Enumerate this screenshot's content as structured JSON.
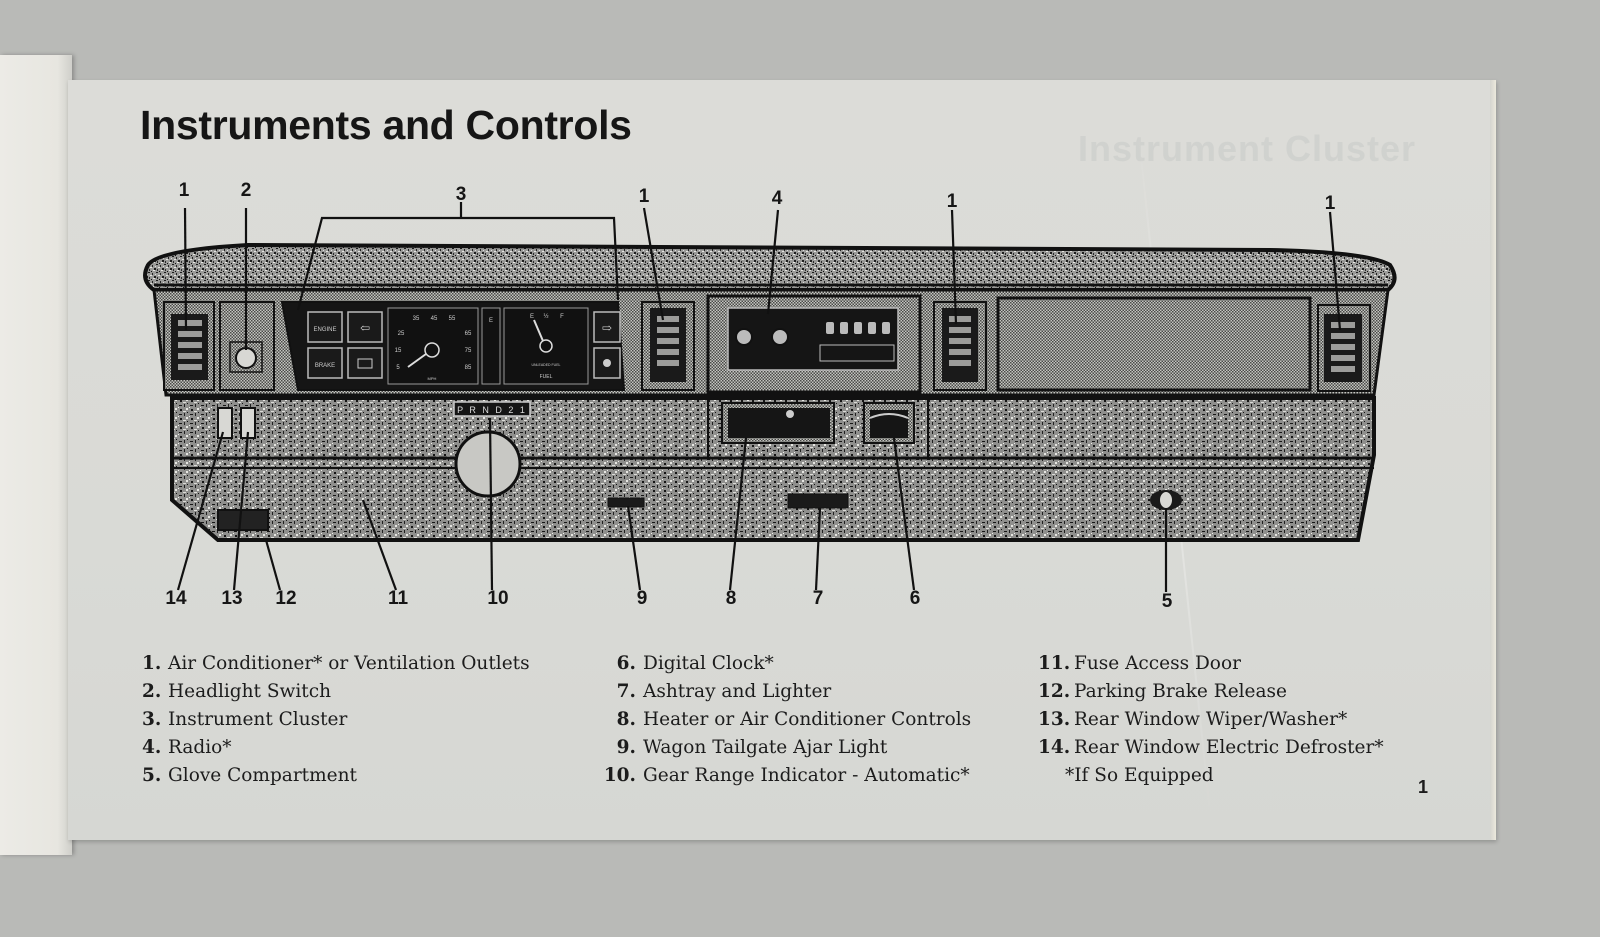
{
  "document": {
    "title": "Instruments and Controls",
    "page_number": "1",
    "bleed_through_title": "Instrument Cluster"
  },
  "diagram": {
    "subject": "dashboard-illustration",
    "cluster": {
      "warning_lights": [
        "ENGINE",
        "BRAKE"
      ],
      "speedometer_ticks": [
        "5",
        "15",
        "25",
        "35",
        "45",
        "55",
        "65",
        "75",
        "85"
      ],
      "speedometer_unit": "MPH",
      "fuel_gauge_labels": [
        "E",
        "½",
        "F"
      ],
      "fuel_label": "FUEL",
      "fuel_gauge_caption": "UNLEADED FUEL",
      "indicator_e": "E"
    },
    "gear_indicator": "P R N D 2 1",
    "callouts_top": [
      {
        "label": "1",
        "target": "left-vent"
      },
      {
        "label": "2",
        "target": "headlight-switch"
      },
      {
        "label": "3",
        "target": "instrument-cluster"
      },
      {
        "label": "1",
        "target": "center-left-vent"
      },
      {
        "label": "4",
        "target": "radio"
      },
      {
        "label": "1",
        "target": "center-right-vent"
      },
      {
        "label": "1",
        "target": "right-vent"
      }
    ],
    "callouts_bottom": [
      {
        "label": "14",
        "target": "rear-defroster-switch"
      },
      {
        "label": "13",
        "target": "rear-wiper-switch"
      },
      {
        "label": "12",
        "target": "parking-brake-release"
      },
      {
        "label": "11",
        "target": "fuse-access-door"
      },
      {
        "label": "10",
        "target": "gear-range-indicator"
      },
      {
        "label": "9",
        "target": "tailgate-ajar-light"
      },
      {
        "label": "8",
        "target": "climate-controls"
      },
      {
        "label": "7",
        "target": "ashtray-lighter"
      },
      {
        "label": "6",
        "target": "digital-clock"
      },
      {
        "label": "5",
        "target": "glove-compartment"
      }
    ]
  },
  "legend": {
    "column1": [
      {
        "num": "1.",
        "text": "Air Conditioner* or Ventilation Outlets"
      },
      {
        "num": "2.",
        "text": "Headlight Switch"
      },
      {
        "num": "3.",
        "text": "Instrument Cluster"
      },
      {
        "num": "4.",
        "text": "Radio*"
      },
      {
        "num": "5.",
        "text": "Glove Compartment"
      }
    ],
    "column2": [
      {
        "num": "6.",
        "text": "Digital Clock*"
      },
      {
        "num": "7.",
        "text": "Ashtray and Lighter"
      },
      {
        "num": "8.",
        "text": "Heater or Air Conditioner Controls"
      },
      {
        "num": "9.",
        "text": "Wagon Tailgate Ajar Light"
      },
      {
        "num": "10.",
        "text": "Gear Range Indicator - Automatic*"
      }
    ],
    "column3": [
      {
        "num": "11.",
        "text": "Fuse Access Door"
      },
      {
        "num": "12.",
        "text": "Parking Brake Release"
      },
      {
        "num": "13.",
        "text": "Rear Window Wiper/Washer*"
      },
      {
        "num": "14.",
        "text": "Rear Window Electric Defroster*"
      }
    ],
    "footnote": "*If So Equipped"
  },
  "colors": {
    "ink": "#161616",
    "paper": "#dadbd7",
    "table": "#b9bab7"
  }
}
